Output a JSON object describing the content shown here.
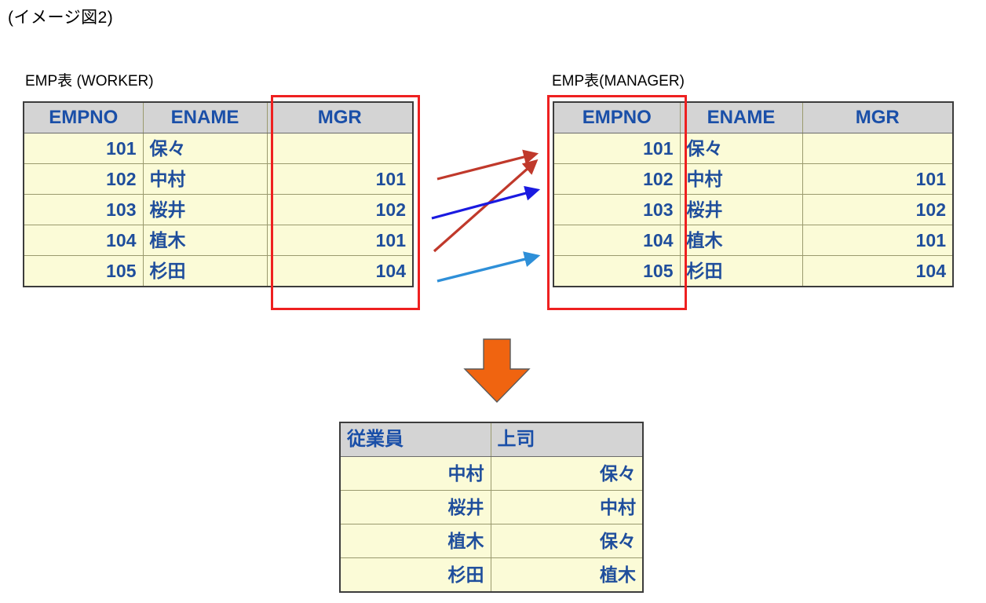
{
  "figure": {
    "caption": "(イメージ図2)"
  },
  "worker_table": {
    "caption": "EMP表 (WORKER)",
    "columns": [
      "EMPNO",
      "ENAME",
      "MGR"
    ],
    "rows": [
      {
        "empno": "101",
        "ename": "保々",
        "mgr": ""
      },
      {
        "empno": "102",
        "ename": "中村",
        "mgr": "101"
      },
      {
        "empno": "103",
        "ename": "桜井",
        "mgr": "102"
      },
      {
        "empno": "104",
        "ename": "植木",
        "mgr": "101"
      },
      {
        "empno": "105",
        "ename": "杉田",
        "mgr": "104"
      }
    ],
    "highlighted_column": "MGR"
  },
  "manager_table": {
    "caption": "EMP表(MANAGER)",
    "columns": [
      "EMPNO",
      "ENAME",
      "MGR"
    ],
    "rows": [
      {
        "empno": "101",
        "ename": "保々",
        "mgr": ""
      },
      {
        "empno": "102",
        "ename": "中村",
        "mgr": "101"
      },
      {
        "empno": "103",
        "ename": "桜井",
        "mgr": "102"
      },
      {
        "empno": "104",
        "ename": "植木",
        "mgr": "101"
      },
      {
        "empno": "105",
        "ename": "杉田",
        "mgr": "104"
      }
    ],
    "highlighted_column": "EMPNO"
  },
  "result_table": {
    "columns": [
      "従業員",
      "上司"
    ],
    "rows": [
      {
        "employee": "中村",
        "manager": "保々"
      },
      {
        "employee": "桜井",
        "manager": "中村"
      },
      {
        "employee": "植木",
        "manager": "保々"
      },
      {
        "employee": "杉田",
        "manager": "植木"
      }
    ]
  },
  "join_arrows": [
    {
      "name": "mgr-102-to-empno-101",
      "from_value": "101",
      "to_value": "101",
      "color": "#c0392b"
    },
    {
      "name": "mgr-104-to-empno-101",
      "from_value": "101",
      "to_value": "101",
      "color": "#c0392b"
    },
    {
      "name": "mgr-103-to-empno-102",
      "from_value": "102",
      "to_value": "102",
      "color": "#1a1ae0"
    },
    {
      "name": "mgr-105-to-empno-104",
      "from_value": "104",
      "to_value": "104",
      "color": "#2e8fd8"
    }
  ],
  "flow_arrow": {
    "direction": "down",
    "color": "#f06410"
  },
  "colors": {
    "header_bg": "#d4d4d4",
    "cell_bg": "#fbfbd7",
    "text_blue": "#1f4e9c",
    "table_border": "#3c3c3c",
    "highlight_red": "#ee2020",
    "arrow_orange": "#f06410"
  }
}
